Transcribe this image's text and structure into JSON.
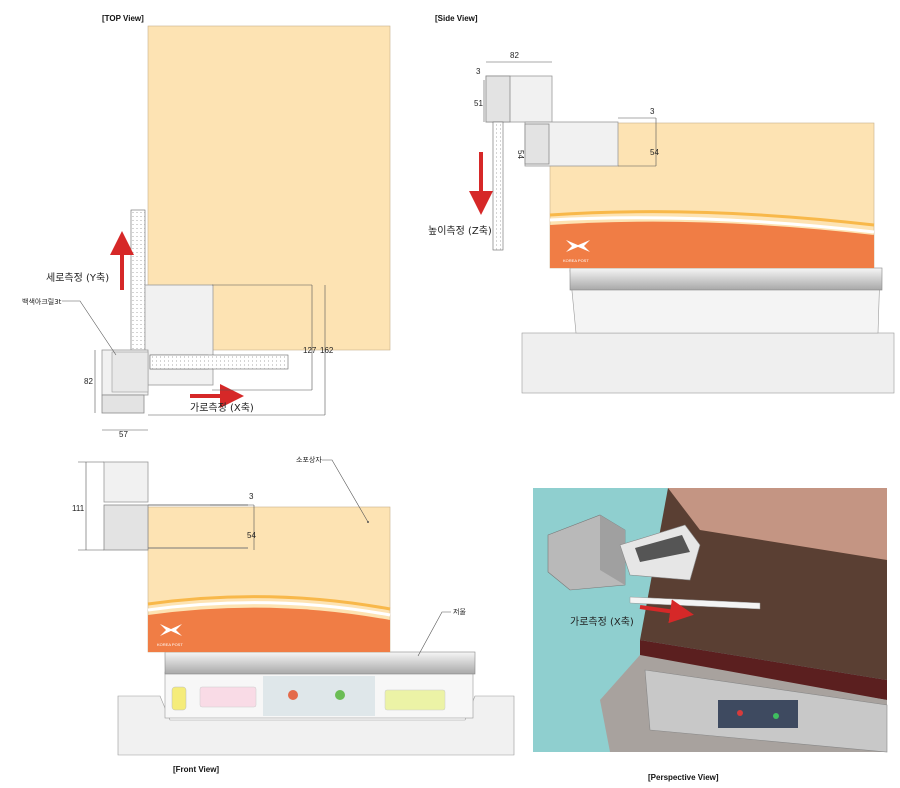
{
  "views": {
    "top": "[TOP View]",
    "side": "[Side View]",
    "front": "[Front View]",
    "perspective": "[Perspective View]"
  },
  "labels": {
    "y_axis": "세로측정 (Y축)",
    "x_axis": "가로측정 (X축)",
    "z_axis": "높이측정 (Z축)",
    "acrylic": "백색아크릴3t",
    "parcel": "소포상자",
    "scale": "저울",
    "brand": "KOREA POST"
  },
  "dimensions": {
    "top_82": "82",
    "top_57": "57",
    "top_127": "127",
    "top_162": "162",
    "side_82": "82",
    "side_3a": "3",
    "side_51": "51",
    "side_3b": "3",
    "side_54a": "54",
    "side_54b": "54",
    "front_111": "111",
    "front_3": "3",
    "front_54": "54"
  },
  "colors": {
    "parcel": "#fde3b3",
    "band_orange": "#f07d45",
    "arrow_red": "#d62828",
    "teal_bg": "#8fcfcf"
  }
}
